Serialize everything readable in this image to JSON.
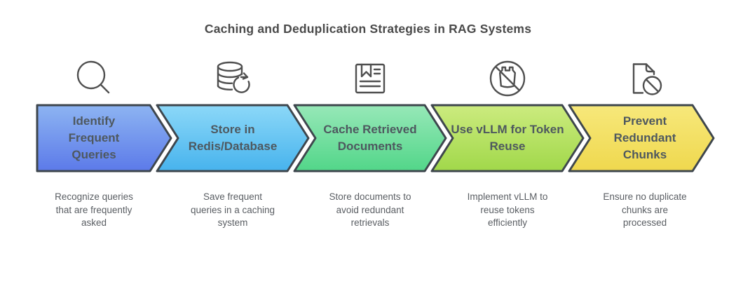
{
  "title": "Caching and Deduplication Strategies in RAG Systems",
  "colors": {
    "background": "#ffffff",
    "title_text": "#4a4a4a",
    "label_text": "#4e585f",
    "description_text": "#5a5e63",
    "arrow_border": "#3e464d",
    "icon_stroke": "#4f4f4f"
  },
  "steps": [
    {
      "label": "Identify Frequent Queries",
      "description": "Recognize queries that are frequently asked",
      "icon": "search-icon",
      "gradient_top": "#8db4f2",
      "gradient_bottom": "#5c7ae9"
    },
    {
      "label": "Store in Redis/Database",
      "description": "Save frequent queries in a caching system",
      "icon": "database-sync-icon",
      "gradient_top": "#8cd8f8",
      "gradient_bottom": "#47b3ed"
    },
    {
      "label": "Cache Retrieved Documents",
      "description": "Store documents to avoid redundant retrievals",
      "icon": "article-icon",
      "gradient_top": "#97e8b8",
      "gradient_bottom": "#52d689"
    },
    {
      "label": "Use vLLM for Token Reuse",
      "description": "Implement vLLM to reuse tokens efficiently",
      "icon": "no-plastic-bag-icon",
      "gradient_top": "#cceb7f",
      "gradient_bottom": "#a1d84a"
    },
    {
      "label": "Prevent Redundant Chunks",
      "description": "Ensure no duplicate chunks are processed",
      "icon": "file-blocked-icon",
      "gradient_top": "#f7e87b",
      "gradient_bottom": "#efd84e"
    }
  ]
}
